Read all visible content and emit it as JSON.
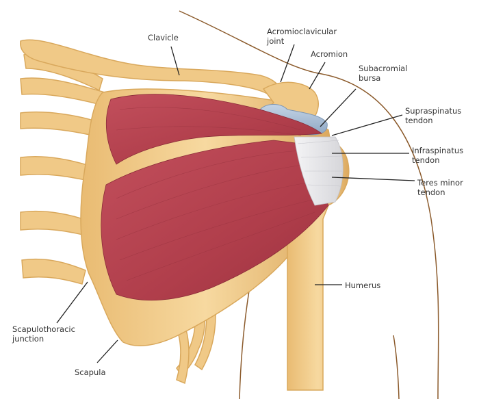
{
  "diagram": {
    "subject": "Posterior view of right shoulder anatomy",
    "colors": {
      "bone": "#f0c987",
      "bone_shadow": "#d9a85c",
      "muscle": "#b8424f",
      "muscle_light": "#cf6a74",
      "tendon": "#e8e8ea",
      "bursa": "#a9bfd6",
      "skin_outline": "#8b5a2b",
      "leader_line": "#222222",
      "label_text": "#333333"
    },
    "labels": [
      {
        "id": "clavicle",
        "text": "Clavicle"
      },
      {
        "id": "acromioclavicular-joint",
        "text": "Acromioclavicular\njoint"
      },
      {
        "id": "acromion",
        "text": "Acromion"
      },
      {
        "id": "subacromial-bursa",
        "text": "Subacromial\nbursa"
      },
      {
        "id": "supraspinatus-tendon",
        "text": "Supraspinatus\ntendon"
      },
      {
        "id": "infraspinatus-tendon",
        "text": "Infraspinatus\ntendon"
      },
      {
        "id": "teres-minor-tendon",
        "text": "Teres minor\ntendon"
      },
      {
        "id": "humerus",
        "text": "Humerus"
      },
      {
        "id": "scapulothoracic-junction",
        "text": "Scapulothoracic\njunction"
      },
      {
        "id": "scapula",
        "text": "Scapula"
      }
    ]
  }
}
